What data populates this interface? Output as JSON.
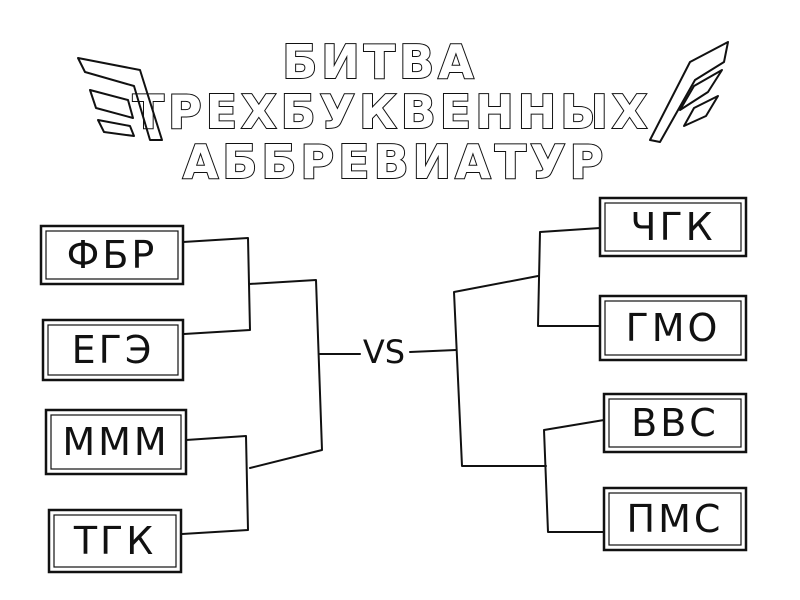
{
  "title": {
    "line1": "БИТВА",
    "line2": "ТРЕХБУКВЕННЫХ",
    "line3": "АББРЕВИАТУР"
  },
  "left": [
    {
      "label": "ФБР"
    },
    {
      "label": "ЕГЭ"
    },
    {
      "label": "МММ"
    },
    {
      "label": "ТГК"
    }
  ],
  "right": [
    {
      "label": "ЧГК"
    },
    {
      "label": "ГМО"
    },
    {
      "label": "ВВС"
    },
    {
      "label": "ПМС"
    }
  ],
  "center": {
    "label": "VS"
  },
  "colors": {
    "ink": "#111111",
    "paper": "#ffffff"
  }
}
